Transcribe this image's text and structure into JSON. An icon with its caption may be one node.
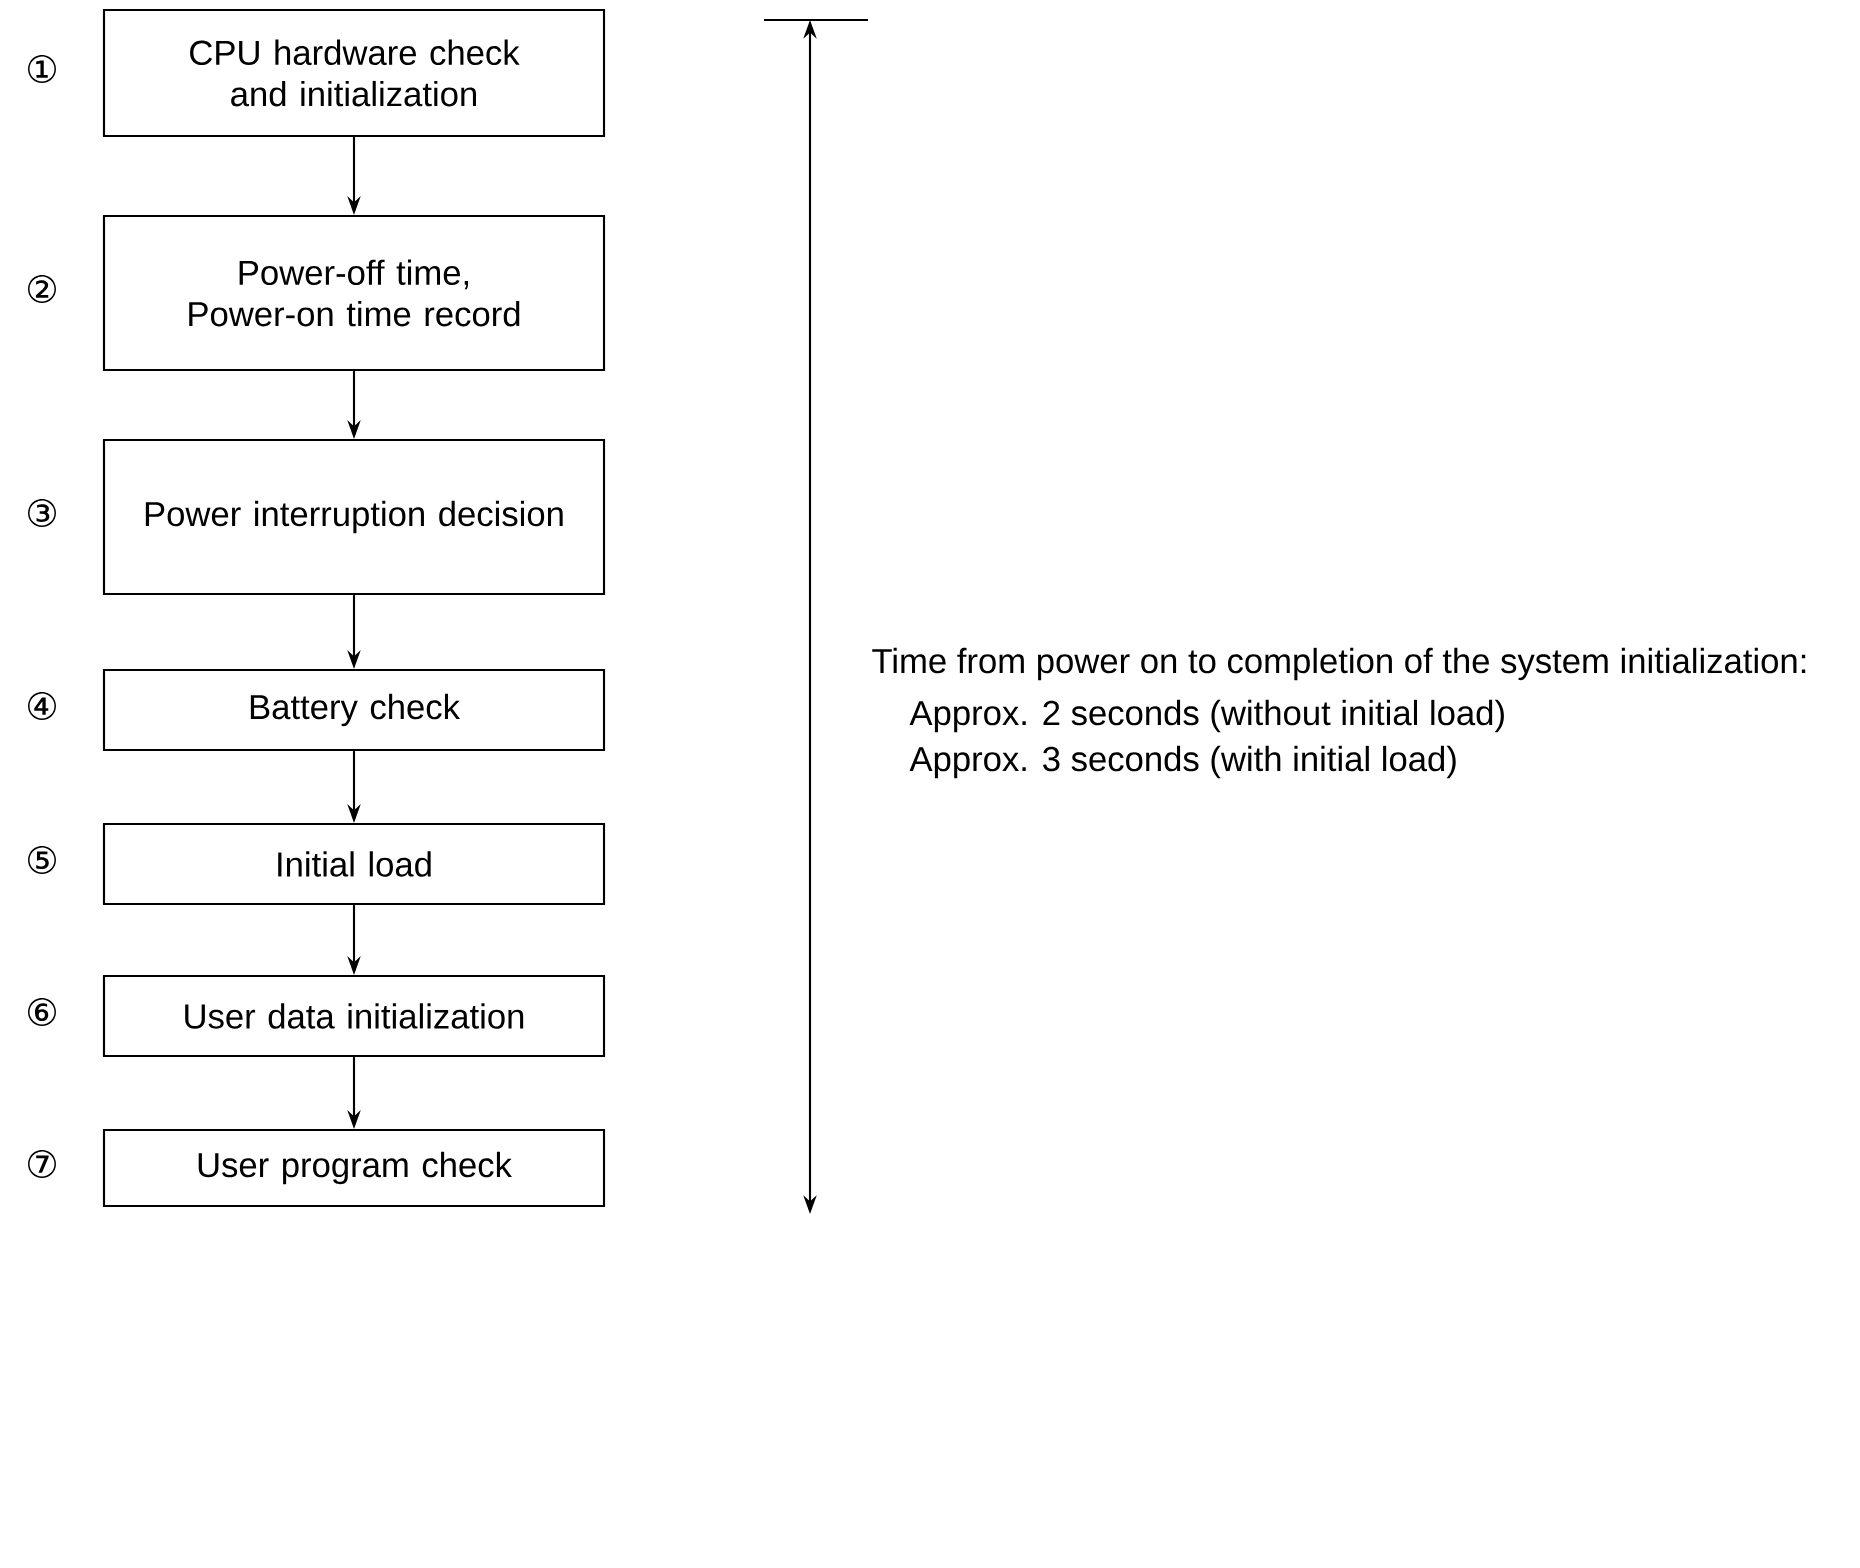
{
  "diagram": {
    "nodes": [
      {
        "text": [
          "CPU hardware check and initialization"
        ],
        "beside": [
          "①"
        ]
      },
      {
        "text": [
          "Power-off time, Power-on time record"
        ],
        "beside": [
          "②"
        ]
      },
      {
        "text": [
          "Power interruption decision"
        ],
        "beside": [
          "③"
        ]
      },
      {
        "text": [
          "Battery check"
        ],
        "beside": [
          "④"
        ]
      },
      {
        "text": [
          "Initial load"
        ],
        "beside": [
          "⑤"
        ]
      },
      {
        "text": [
          "User data initialization"
        ],
        "beside": [
          "⑥"
        ]
      },
      {
        "text": [
          "User program check"
        ],
        "beside": [
          "⑦"
        ]
      }
    ],
    "edges": [
      {
        "from": 0,
        "to": 1,
        "arrow": "to"
      },
      {
        "from": 1,
        "to": 2,
        "arrow": "to"
      },
      {
        "from": 2,
        "to": 3,
        "arrow": "to"
      },
      {
        "from": 3,
        "to": 4,
        "arrow": "to"
      },
      {
        "from": 4,
        "to": 5,
        "arrow": "to"
      },
      {
        "from": 5,
        "to": 6,
        "arrow": "to"
      }
    ],
    "labels": [
      "Time from power on to completion of the system initialization:",
      "Approx. 2 seconds (without initial load)",
      "Approx. 3 seconds (with initial load)"
    ]
  }
}
